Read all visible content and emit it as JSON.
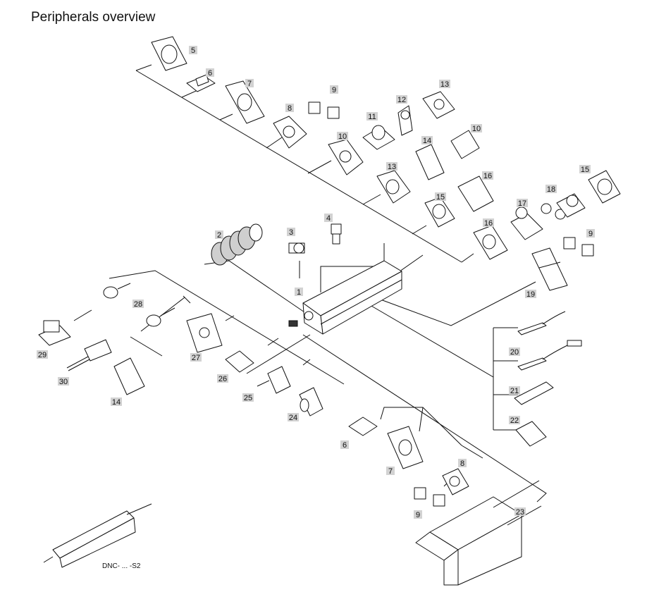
{
  "title": "Peripherals overview",
  "variant_caption": "DNC- ... -S2",
  "labels": [
    "1",
    "2",
    "3",
    "4",
    "5",
    "6",
    "7",
    "8",
    "9",
    "10",
    "11",
    "12",
    "13",
    "14",
    "15",
    "16",
    "17",
    "18",
    "19",
    "20",
    "21",
    "22",
    "23",
    "24",
    "25",
    "26",
    "27",
    "28",
    "29",
    "30"
  ]
}
